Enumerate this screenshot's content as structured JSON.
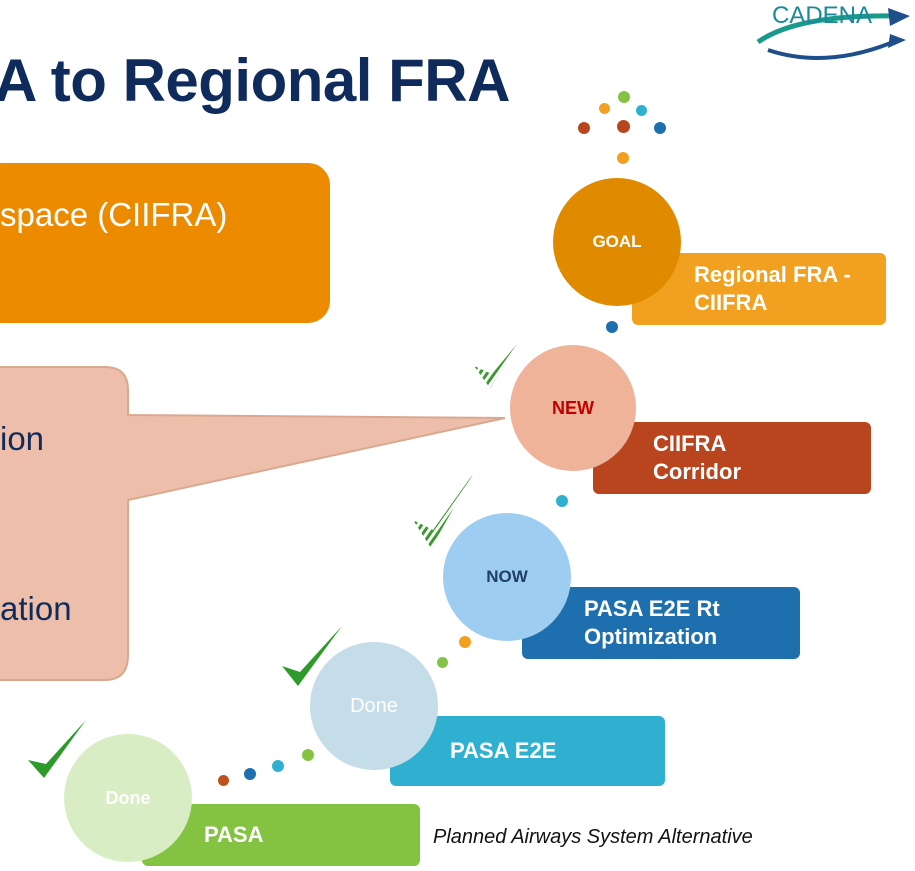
{
  "title": "A to Regional FRA",
  "logo": {
    "text": "CADENA"
  },
  "orange_box": {
    "text": "space (CIIFRA)"
  },
  "callout": {
    "line1": "ion",
    "line2": "ation"
  },
  "stages": [
    {
      "circle_label": "Done",
      "label": "PASA",
      "status": "done"
    },
    {
      "circle_label": "Done",
      "label": "PASA E2E",
      "status": "done"
    },
    {
      "circle_label": "NOW",
      "label": "PASA E2E Rt Optimization",
      "status": "done"
    },
    {
      "circle_label": "NEW",
      "label": "CIIFRA Corridor",
      "status": "done"
    },
    {
      "circle_label": "GOAL",
      "label": "Regional FRA - CIIFRA",
      "status": "goal"
    }
  ],
  "footnote": "Planned Airways System Alternative",
  "colors": {
    "title": "#0f2b5c",
    "orange_box": "#ec8a00",
    "callout_fill": "#edbfaa",
    "pasa": "#84c341",
    "pasa_e2e": "#2fb0d1",
    "pasa_e2e_rt": "#1e6fad",
    "ciifra_corridor": "#b8451d",
    "regional_fra": "#f2a020",
    "check": "#3a9a2e"
  }
}
